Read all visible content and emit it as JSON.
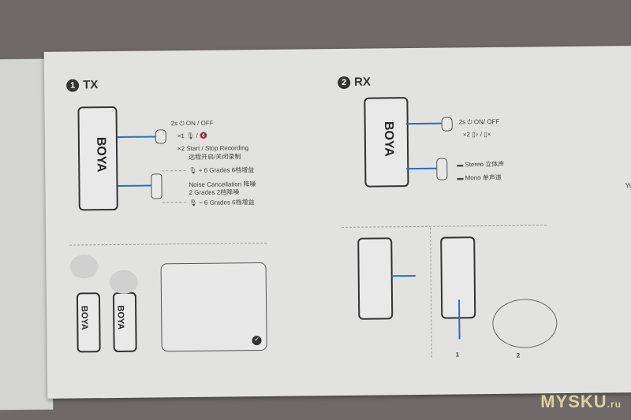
{
  "tx": {
    "num": "1",
    "title": "TX",
    "brand": "BOYA",
    "hold": "2s",
    "power": "ON / OFF",
    "x1": "×1",
    "x2": "×2",
    "record": "Start / Stop Recording",
    "record_cn": "远程开启/关闭录制",
    "gain_up": "+  6 Grades  6档增益",
    "noise": "Noise Cancellation 降噪",
    "noise2": "2 Grades 2档降噪",
    "gain_down": "−  6 Grades  6档增益"
  },
  "rx": {
    "num": "2",
    "title": "RX",
    "brand": "BOYA",
    "hold": "2s",
    "power": "ON/ OFF",
    "x2": "×2",
    "stereo": "Stereo 立体声",
    "mono": "Mono  单声道",
    "step1": "1",
    "step2": "2"
  },
  "side_text": "Yo",
  "watermark": {
    "main": "MYSKU",
    "suffix": ".ru"
  }
}
